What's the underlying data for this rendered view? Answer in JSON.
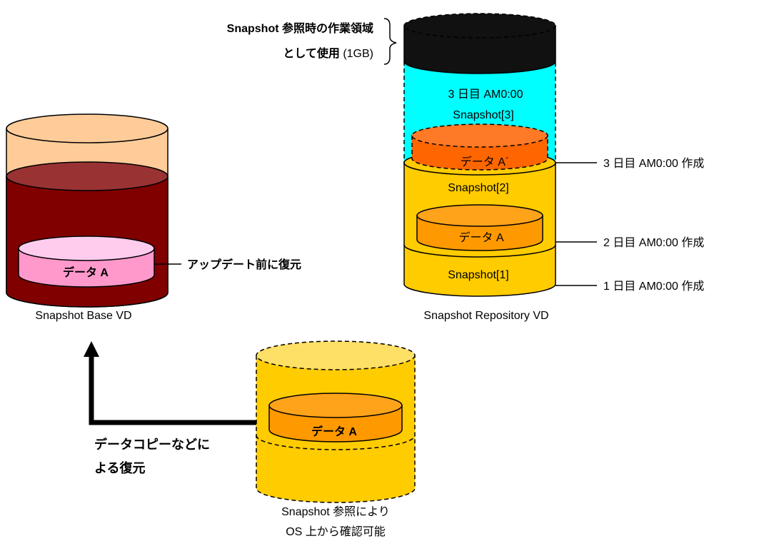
{
  "workarea": {
    "line1": "Snapshot 参照時の作業領域",
    "line2_bold": "として使用",
    "line2_normal": " (1GB)"
  },
  "repository": {
    "snapshot3_date": "3 日目 AM0:00",
    "snapshot3_label": "Snapshot[3]",
    "data_a_prime": "データ A´",
    "snapshot2_label": "Snapshot[2]",
    "data_a": "データ A",
    "snapshot1_label": "Snapshot[1]",
    "label": "Snapshot Repository VD"
  },
  "creation_notes": [
    "3 日目 AM0:00 作成",
    "2 日目 AM0:00 作成",
    "1 日目 AM0:00 作成"
  ],
  "base": {
    "data_a": "データ A",
    "restore_note": "アップデート前に復元",
    "label": "Snapshot Base VD"
  },
  "snapshot_ref": {
    "data_a": "データ A",
    "caption_line1": "Snapshot 参照により",
    "caption_line2": "OS 上から確認可能"
  },
  "copy_restore": {
    "line1": "データコピーなどに",
    "line2": "よる復元"
  },
  "colors": {
    "black_area": "#111111",
    "cyan_area": "#00ffff",
    "yellow": "#ffcc00",
    "orange": "#ff9900",
    "dark_orange": "#ff6600",
    "peach": "#ffcc99",
    "maroon": "#800000",
    "maroon_top": "#993333",
    "pink": "#ff99cc",
    "pink_top": "#ffccee",
    "light_yellow": "#ffe066"
  }
}
